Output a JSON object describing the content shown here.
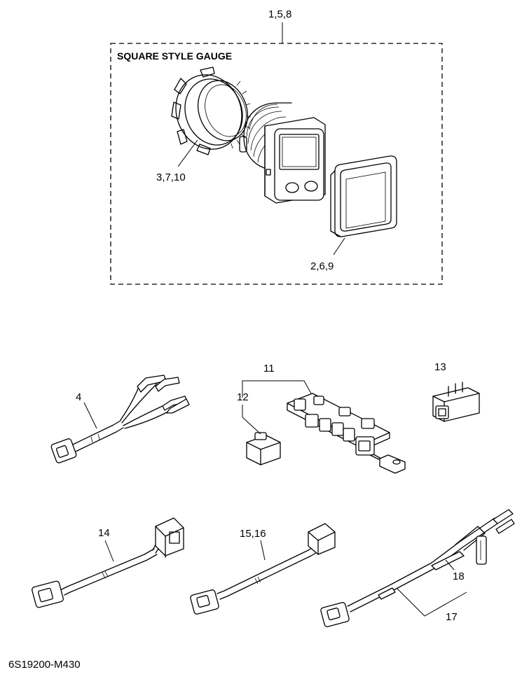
{
  "group_box": {
    "title": "SQUARE STYLE GAUGE",
    "callout": "1,5,8"
  },
  "callouts": {
    "ring_nut": "3,7,10",
    "bezel": "2,6,9",
    "harness_4": "4",
    "bracket_11": "11",
    "coupler_12": "12",
    "coupler_13": "13",
    "cable_14": "14",
    "cable_15_16": "15,16",
    "wire_18": "18",
    "wire_17": "17"
  },
  "diagram_code": "6S19200-M430"
}
